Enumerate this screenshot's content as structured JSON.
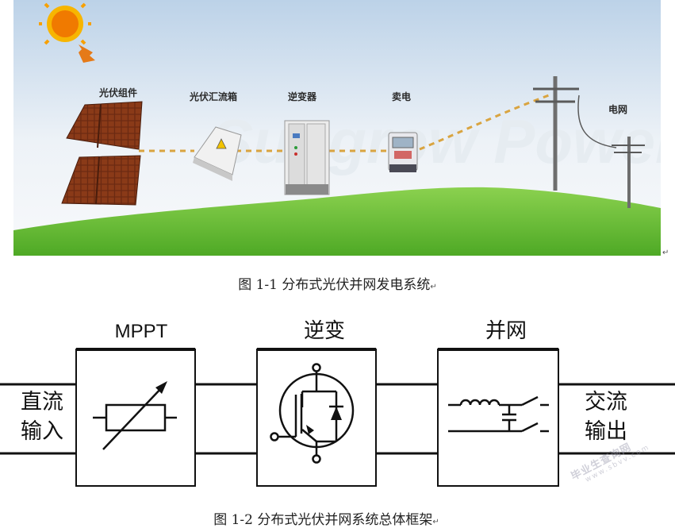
{
  "figure1": {
    "labels": {
      "pv_module": "光伏组件",
      "combiner_box": "光伏汇流箱",
      "inverter": "逆变器",
      "meter": "卖电",
      "grid": "电网"
    },
    "background_watermark": "Sungrow Power"
  },
  "caption1": "图 1-1 分布式光伏并网发电系统",
  "caption2": "图 1-2 分布式光伏并网系统总体框架",
  "return_mark": "↵",
  "figure2": {
    "input_label": [
      "直流",
      "输入"
    ],
    "output_label": [
      "交流",
      "输出"
    ],
    "blocks": [
      {
        "title": "MPPT",
        "icon": "variable-resistor-icon"
      },
      {
        "title": "逆变",
        "icon": "igbt-icon"
      },
      {
        "title": "并网",
        "icon": "filter-switch-icon"
      }
    ]
  },
  "watermark": {
    "line1": "毕业生查询网",
    "line2": "www.sbvv.com"
  },
  "colors": {
    "grass": "#6cc33a",
    "sky_top": "#bcd2e8",
    "sky_bottom": "#f4f7fa",
    "sun": "#f6a500",
    "panel": "#6b2a12",
    "wire": "#d9a440"
  }
}
